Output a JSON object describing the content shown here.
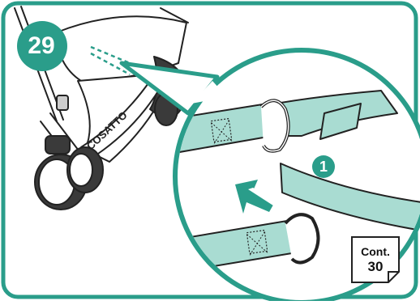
{
  "frame_color": "#2a9d8a",
  "strap_color": "#a9dcd2",
  "step": {
    "number": "29"
  },
  "sub_step": {
    "number": "1"
  },
  "brand_text": "COSATTO",
  "continue_box": {
    "label": "Cont.",
    "number": "30"
  }
}
